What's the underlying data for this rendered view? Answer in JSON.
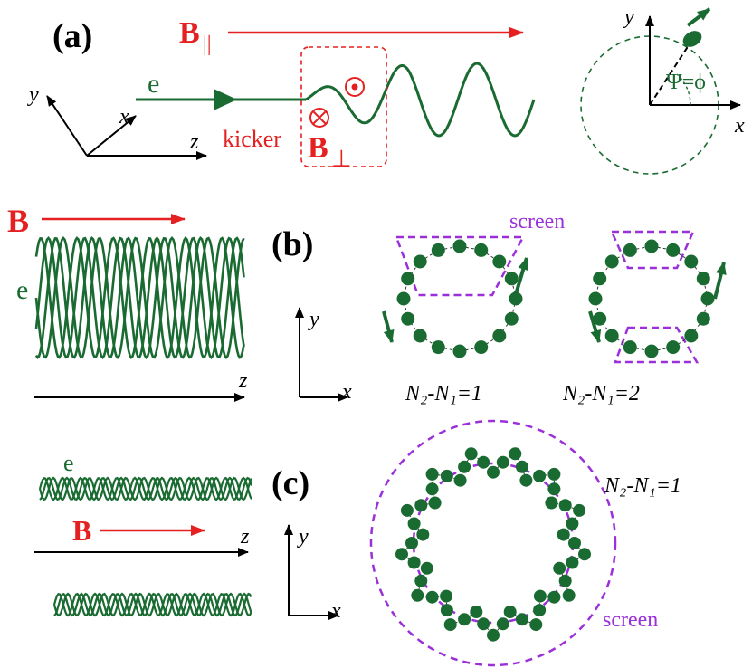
{
  "colors": {
    "green": "#1a6b32",
    "red": "#e52020",
    "purple": "#9b30d9",
    "black": "#000000"
  },
  "panel_a": {
    "label": "(a)",
    "b_parallel": "B",
    "b_parallel_sub": "||",
    "electron": "e",
    "kicker": "kicker",
    "b_perp": "B",
    "b_perp_sub": "⊥",
    "axis_x": "x",
    "axis_y": "y",
    "axis_z": "z",
    "inset_axis_x": "x",
    "inset_axis_y": "y",
    "phase_label": "Ψ=ϕ"
  },
  "panel_b": {
    "label": "(b)",
    "b_field": "B",
    "electron": "e",
    "axis_z": "z",
    "axis_x": "x",
    "axis_y": "y",
    "screen": "screen",
    "case1": "N₂-N₁=1",
    "case2": "N₂-N₁=2"
  },
  "panel_c": {
    "label": "(c)",
    "electron": "e",
    "b_field": "B",
    "axis_z": "z",
    "axis_x": "x",
    "axis_y": "y",
    "case": "N₂-N₁=1",
    "screen": "screen"
  }
}
